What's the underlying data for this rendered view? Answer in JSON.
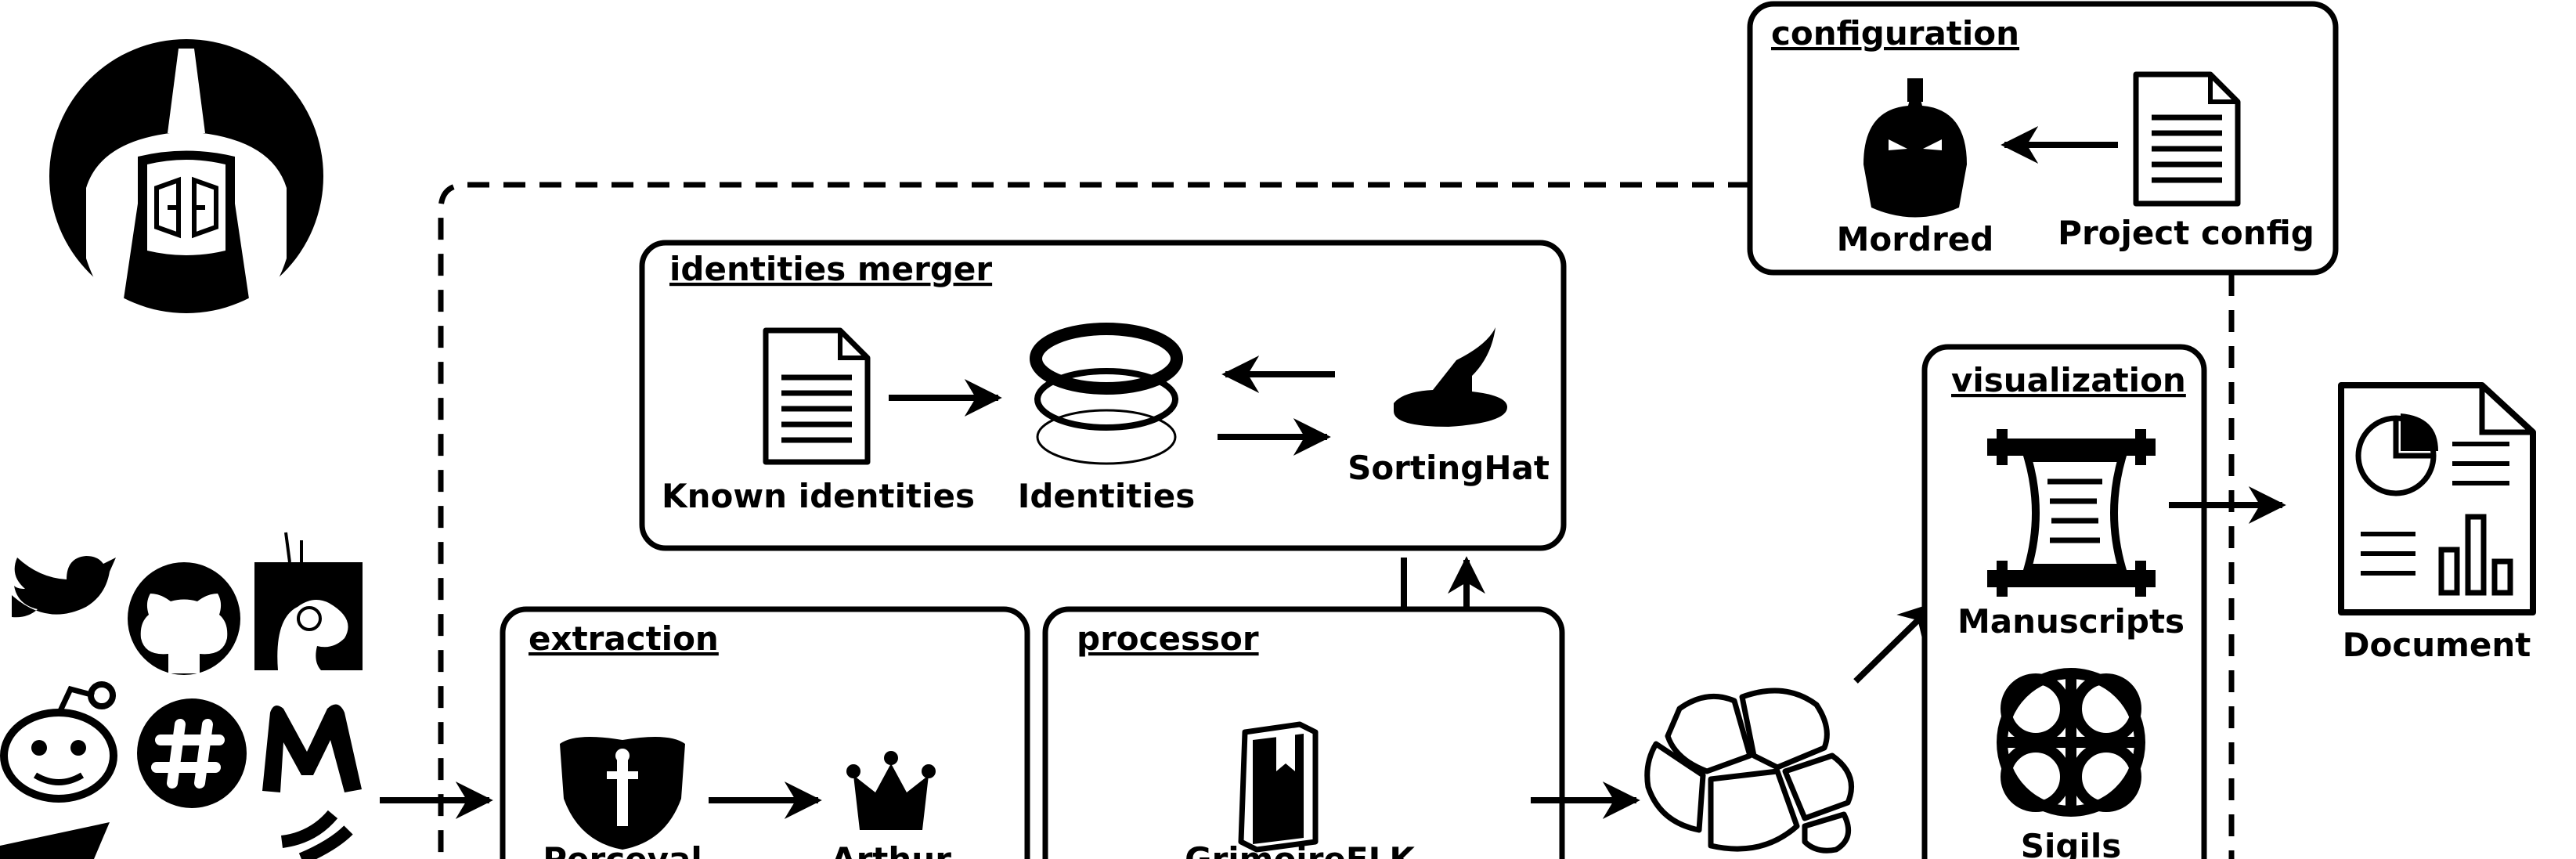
{
  "panels": {
    "configuration": {
      "title": "configuration"
    },
    "identities_merger": {
      "title": "identities merger"
    },
    "extraction": {
      "title": "extraction"
    },
    "processor": {
      "title": "processor"
    },
    "visualization": {
      "title": "visualization"
    }
  },
  "nodes": {
    "mordred": {
      "label": "Mordred",
      "icon": "helmet-icon"
    },
    "project_config": {
      "label": "Project config",
      "icon": "document-icon"
    },
    "known_identities": {
      "label": "Known identities",
      "icon": "document-icon"
    },
    "identities": {
      "label": "Identities",
      "icon": "stacked-rings-icon"
    },
    "sortinghat": {
      "label": "SortingHat",
      "icon": "wizard-hat-icon"
    },
    "perceval": {
      "label": "Perceval",
      "icon": "shield-icon"
    },
    "arthur": {
      "label": "Arthur",
      "icon": "crown-icon"
    },
    "grimoirelab_elk": {
      "label": "GrimoireELK",
      "icon": "book-icon"
    },
    "elasticsearch": {
      "icon": "elasticsearch-icon"
    },
    "manuscripts": {
      "label": "Manuscripts",
      "icon": "scroll-icon"
    },
    "sigils": {
      "label": "Sigils",
      "icon": "celtic-knot-icon"
    },
    "document": {
      "label": "Document",
      "icon": "report-icon"
    }
  },
  "data_sources": [
    "twitter-icon",
    "github-icon",
    "bugzilla-icon",
    "reddit-icon",
    "slack-icon",
    "meetup-icon",
    "telegram-icon",
    "rss-icon"
  ],
  "logo": {
    "icon": "grimoirelab-logo-icon"
  }
}
